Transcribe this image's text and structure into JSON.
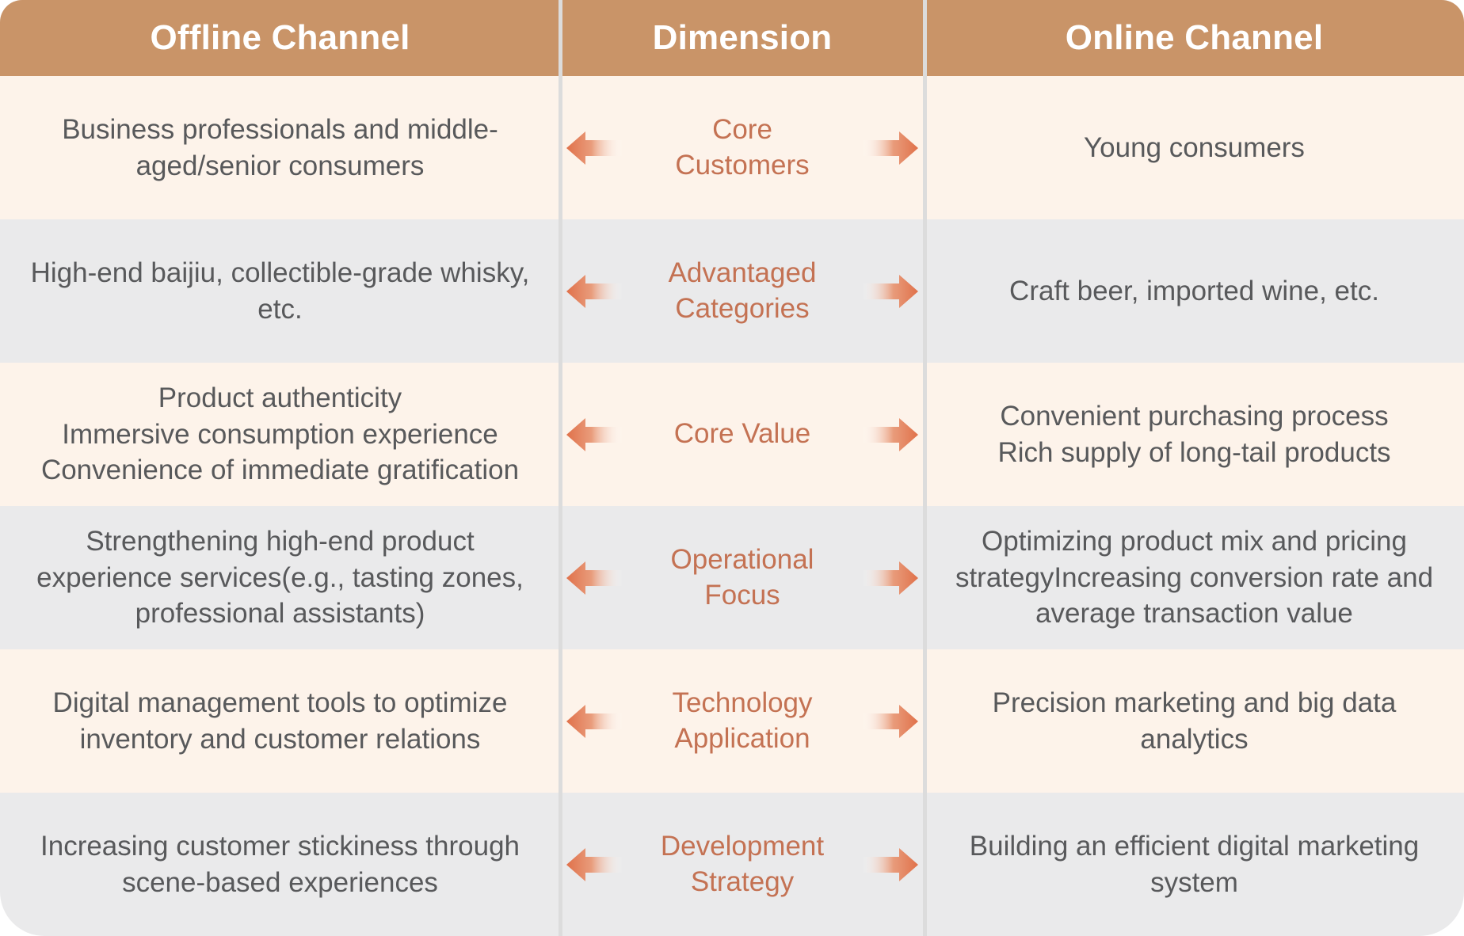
{
  "header": {
    "left": "Offline Channel",
    "middle": "Dimension",
    "right": "Online Channel"
  },
  "colors": {
    "header_bg": "#C99468",
    "header_text": "#FFFFFF",
    "row_odd_bg": "#FDF3EA",
    "row_even_bg": "#EAEAEB",
    "body_text": "#58595B",
    "dimension_text": "#C47253",
    "arrow_tip": "#E07B5A",
    "divider": "#DCDCDC"
  },
  "icons": {
    "left_arrow": "arrow-left-gradient-icon",
    "right_arrow": "arrow-right-gradient-icon"
  },
  "rows": [
    {
      "dimension": "Core\nCustomers",
      "offline": "Business professionals and middle-aged/senior consumers",
      "online": "Young consumers"
    },
    {
      "dimension": "Advantaged\nCategories",
      "offline": "High-end baijiu, collectible-grade whisky, etc.",
      "online": "Craft beer, imported wine, etc."
    },
    {
      "dimension": "Core Value",
      "offline": "Product authenticity\nImmersive consumption experience\nConvenience of immediate gratification",
      "online": "Convenient purchasing process\nRich supply of long-tail products"
    },
    {
      "dimension": "Operational\nFocus",
      "offline": "Strengthening high-end product experience services(e.g., tasting zones, professional assistants)",
      "online": "Optimizing product mix and pricing strategyIncreasing conversion rate and average transaction value"
    },
    {
      "dimension": "Technology\nApplication",
      "offline": "Digital management tools to optimize inventory and customer relations",
      "online": "Precision marketing and big data analytics"
    },
    {
      "dimension": "Development\nStrategy",
      "offline": "Increasing customer stickiness through scene-based experiences",
      "online": "Building an efficient digital marketing system"
    }
  ]
}
